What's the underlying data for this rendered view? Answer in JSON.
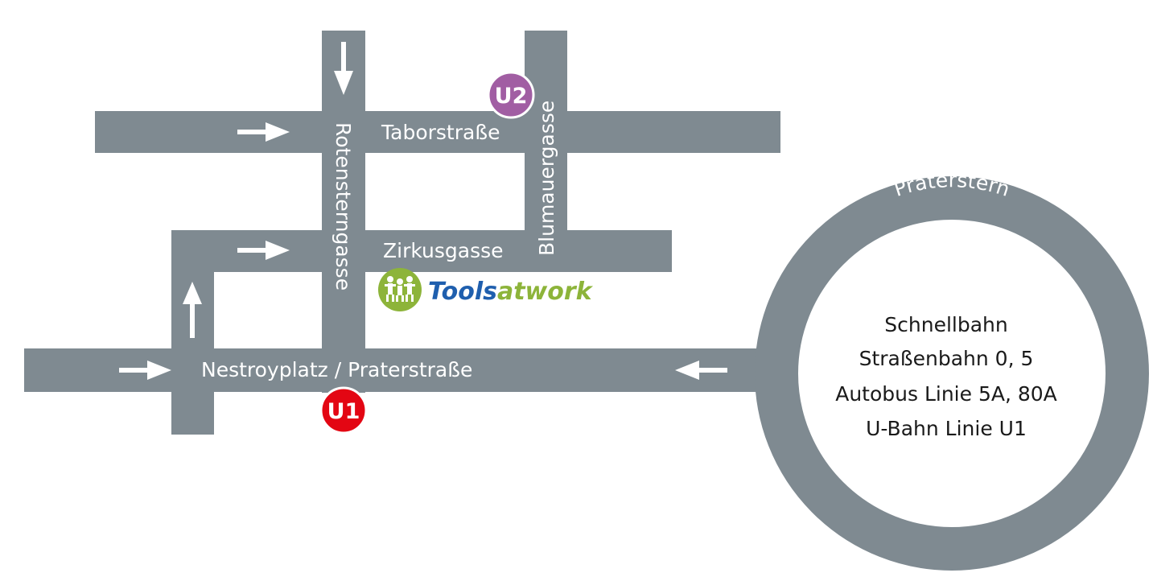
{
  "streets": {
    "taborstrasse": "Taborstraße",
    "zirkusgasse": "Zirkusgasse",
    "nestroyplatz": "Nestroyplatz / Praterstraße",
    "rotensterngasse": "Rotensterngasse",
    "blumauergasse": "Blumauergasse",
    "praterstern": "Praterstern"
  },
  "transit_badges": {
    "u1": {
      "label": "U1",
      "color": "#e30613"
    },
    "u2": {
      "label": "U2",
      "color": "#a15ea3"
    }
  },
  "praterstern_info": [
    "Schnellbahn",
    "Straßenbahn 0, 5",
    "Autobus Linie 5A, 80A",
    "U-Bahn Linie U1"
  ],
  "logo": {
    "name_part1": "Tools",
    "name_part2": "atwork",
    "color_part1": "#1f5fae",
    "color_part2": "#8db43a"
  },
  "colors": {
    "road": "#7f8a91",
    "background": "#ffffff"
  }
}
